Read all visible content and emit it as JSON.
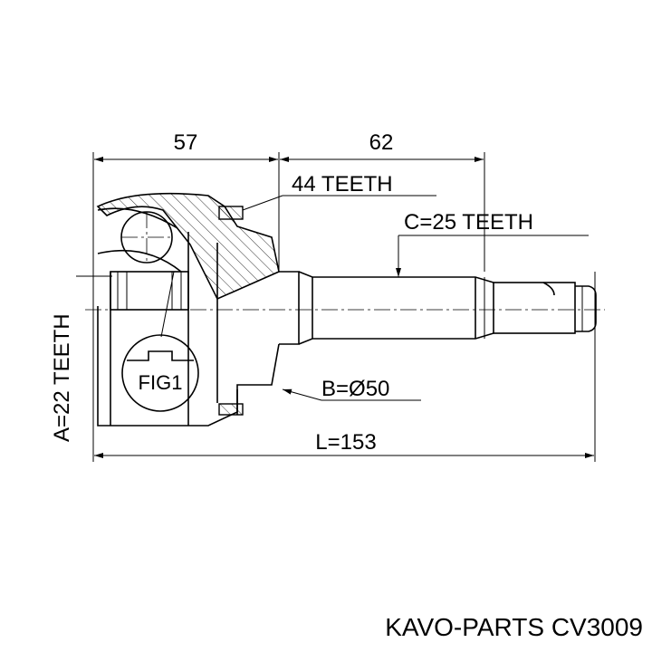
{
  "drawing": {
    "dim_left_length": "57",
    "dim_right_length": "62",
    "outer_teeth": "44 TEETH",
    "shaft_spline": "C=25 TEETH",
    "inner_spline": "A=22 TEETH",
    "abs_diameter": "B=Ø50",
    "total_length": "L=153",
    "figure_ref": "FIG1"
  },
  "caption": {
    "brand": "KAVO-PARTS",
    "part_number": "CV3009"
  }
}
